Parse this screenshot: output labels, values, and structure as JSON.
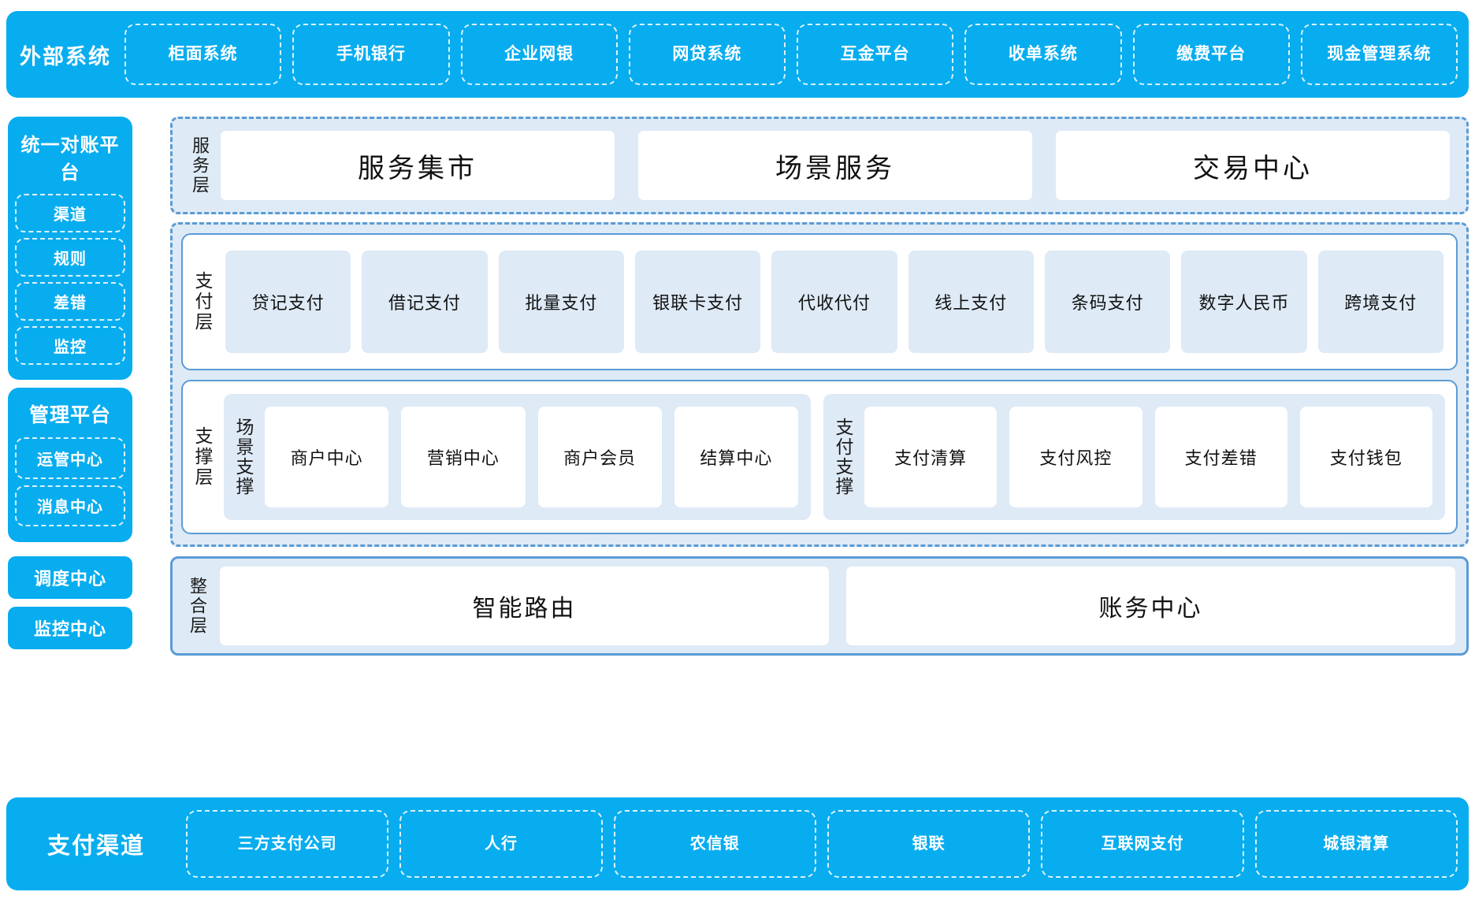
{
  "external": {
    "title": "外部系统",
    "items": [
      "柜面系统",
      "手机银行",
      "企业网银",
      "网贷系统",
      "互金平台",
      "收单系统",
      "缴费平台",
      "现金管理系统"
    ]
  },
  "sidebar": {
    "recon": {
      "title": "统一对账平台",
      "items": [
        "渠道",
        "规则",
        "差错",
        "监控"
      ]
    },
    "mgmt": {
      "title": "管理平台",
      "items": [
        "运管中心",
        "消息中心"
      ]
    },
    "dispatch_center": "调度中心",
    "monitor_center": "监控中心"
  },
  "service_layer": {
    "label": "服务层",
    "cards": [
      "服务集市",
      "场景服务",
      "交易中心"
    ]
  },
  "payment_layer": {
    "label": "支付层",
    "tiles": [
      "贷记支付",
      "借记支付",
      "批量支付",
      "银联卡支付",
      "代收代付",
      "线上支付",
      "条码支付",
      "数字人民币",
      "跨境支付"
    ]
  },
  "support_layer": {
    "label": "支撑层",
    "groups": [
      {
        "label": "场景支撑",
        "items": [
          "商户中心",
          "营销中心",
          "商户会员",
          "结算中心"
        ]
      },
      {
        "label": "支付支撑",
        "items": [
          "支付清算",
          "支付风控",
          "支付差错",
          "支付钱包"
        ]
      }
    ]
  },
  "integration_layer": {
    "label": "整合层",
    "cards": [
      "智能路由",
      "账务中心"
    ]
  },
  "channels": {
    "title": "支付渠道",
    "items": [
      "三方支付公司",
      "人行",
      "农信银",
      "银联",
      "互联网支付",
      "城银清算"
    ]
  },
  "colors": {
    "brand_blue": "#08ADEF",
    "panel_border": "#5B9BD5",
    "panel_fill": "#DEEAF6",
    "card_white": "#FFFFFF"
  }
}
